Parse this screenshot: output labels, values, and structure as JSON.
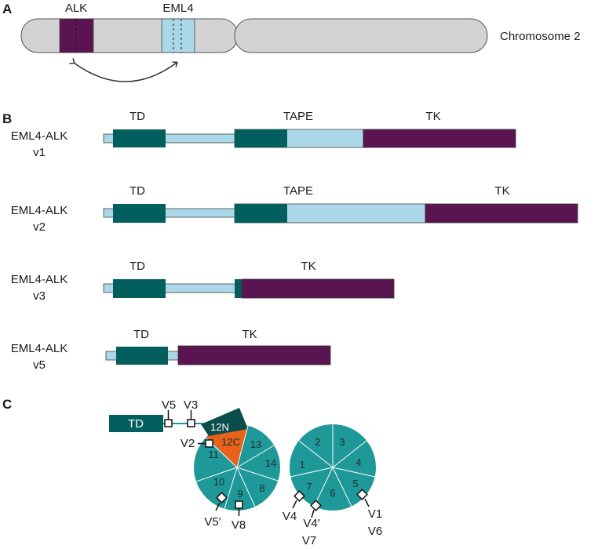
{
  "colors": {
    "teal_dark": "#035e5e",
    "teal_light": "#aad8e8",
    "purple": "#5a1452",
    "gray": "#d3d3d3",
    "teal_wheel": "#1e9898",
    "teal_12n": "#0b4d4a",
    "orange_12c": "#e8621c"
  },
  "panel_a": {
    "panel_letter": "A",
    "alk_label": "ALK",
    "eml4_label": "EML4",
    "chromosome_label": "Chromosome 2"
  },
  "panel_b": {
    "panel_letter": "B",
    "variants": [
      {
        "line1": "EML4-ALK",
        "line2": "v1",
        "labels": [
          "TD",
          "TAPE",
          "TK"
        ]
      },
      {
        "line1": "EML4-ALK",
        "line2": "v2",
        "labels": [
          "TD",
          "TAPE",
          "TK"
        ]
      },
      {
        "line1": "EML4-ALK",
        "line2": "v3",
        "labels": [
          "TD",
          "TK"
        ]
      },
      {
        "line1": "EML4-ALK",
        "line2": "v5",
        "labels": [
          "TD",
          "TK"
        ]
      }
    ]
  },
  "panel_c": {
    "panel_letter": "C",
    "td_label": "TD",
    "blade_12n": "12N",
    "blade_12c": "12C",
    "wheel1_numbers": [
      "13",
      "14",
      "8",
      "9",
      "10",
      "11"
    ],
    "wheel2_numbers": [
      "1",
      "2",
      "3",
      "4",
      "5",
      "6",
      "7"
    ],
    "breakpoints": {
      "v5": "V5",
      "v3": "V3",
      "v2": "V2",
      "v5p": "V5′",
      "v8": "V8",
      "v4": "V4",
      "v4p": "V4′",
      "v7": "V7",
      "v1": "V1",
      "v6": "V6"
    }
  }
}
